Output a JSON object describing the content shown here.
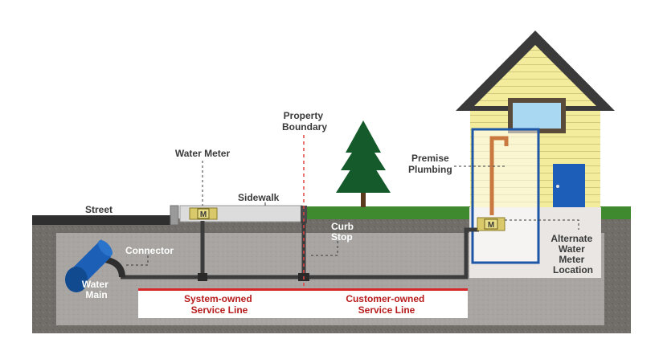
{
  "labels": {
    "street": "Street",
    "water_meter": "Water Meter",
    "sidewalk": "Sidewalk",
    "property_boundary": [
      "Property",
      "Boundary"
    ],
    "curb_stop": [
      "Curb",
      "Stop"
    ],
    "connector": "Connector",
    "water_main": [
      "Water",
      "Main"
    ],
    "premise_plumbing": [
      "Premise",
      "Plumbing"
    ],
    "alternate_meter": [
      "Alternate",
      "Water",
      "Meter",
      "Location"
    ],
    "system_owned": [
      "System-owned",
      "Service Line"
    ],
    "customer_owned": [
      "Customer-owned",
      "Service Line"
    ],
    "meter_letter": "M"
  },
  "colors": {
    "soil": "#716d69",
    "trench": "#a8a5a2",
    "grass": "#3f8a2e",
    "pavement": "#2f2f2f",
    "house_siding": "#f3ec9c",
    "roof": "#3a3a3a",
    "door": "#1d5fb8",
    "plumbing_box": "#1f57a8",
    "copper_pipe": "#c9793f",
    "water_main": "#1c5fb6",
    "meter_box": "#d9c96a",
    "tree": "#145a2a",
    "boundary_line": "#e04646",
    "service_bar": "#d62828"
  },
  "icons": [
    "house-icon",
    "tree-icon",
    "meter-icon",
    "water-main-pipe-icon"
  ]
}
